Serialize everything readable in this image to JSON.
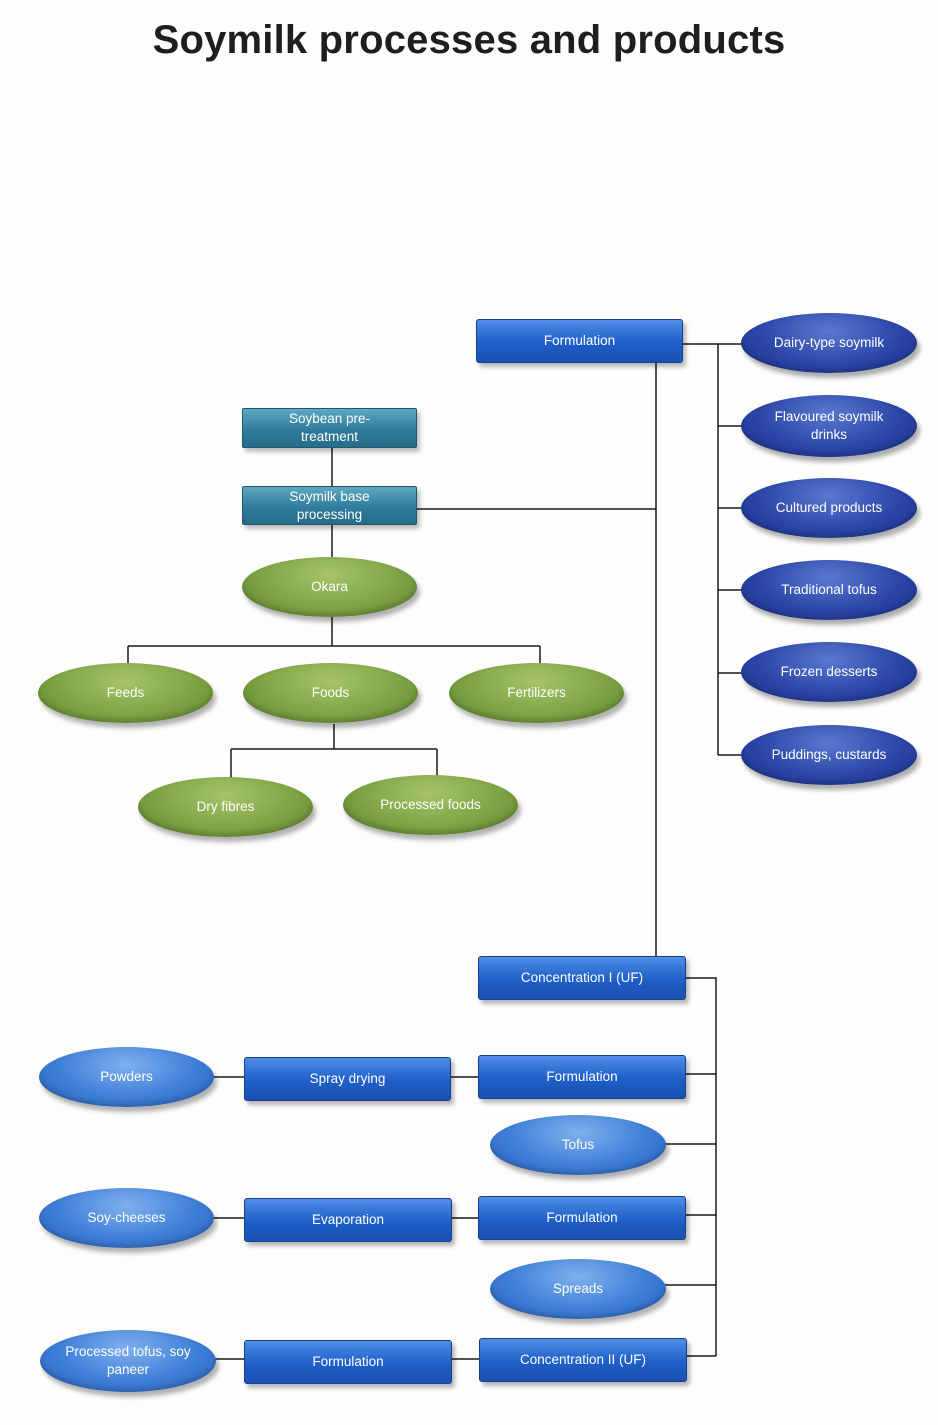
{
  "title": "Soymilk processes and products",
  "colors": {
    "line": "#1a1a1a",
    "process_box": "#1e5fc8",
    "pretreatment_box": "#2f7c9c",
    "okara_products": "#7ea445",
    "liquid_products": "#2c47a8",
    "concentrated_products": "#3f7fd8"
  },
  "nodes": {
    "formulation_top": "Formulation",
    "dairy_type_soymilk": "Dairy-type soymilk",
    "flavoured_soymilk_drinks": "Flavoured soymilk drinks",
    "cultured_products": "Cultured products",
    "traditional_tofus": "Traditional tofus",
    "frozen_desserts": "Frozen desserts",
    "puddings_custards": "Puddings, custards",
    "soybean_pretreatment": "Soybean pre-treatment",
    "soymilk_base_processing": "Soymilk base processing",
    "okara": "Okara",
    "feeds": "Feeds",
    "foods": "Foods",
    "fertilizers": "Fertilizers",
    "dry_fibres": "Dry fibres",
    "processed_foods": "Processed foods",
    "concentration_1": "Concentration I (UF)",
    "powders": "Powders",
    "spray_drying": "Spray drying",
    "formulation_powders": "Formulation",
    "tofus": "Tofus",
    "soy_cheeses": "Soy-cheeses",
    "evaporation": "Evaporation",
    "formulation_cheeses": "Formulation",
    "spreads": "Spreads",
    "processed_tofus": "Processed tofus, soy paneer",
    "formulation_tofus": "Formulation",
    "concentration_2": "Concentration II (UF)"
  }
}
